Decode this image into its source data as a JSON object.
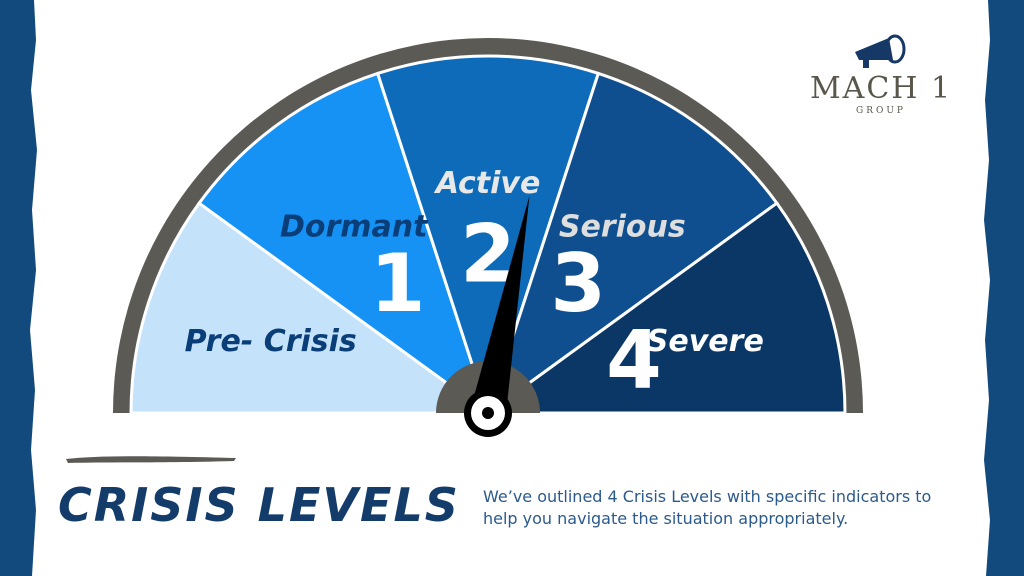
{
  "colors": {
    "frame": "#124a7e",
    "dial_rim": "#5b5a55",
    "heading": "#143c6b",
    "body_text": "#2b5a8c",
    "logo_blue": "#163866",
    "logo_text": "#5a564c",
    "needle": "#000000",
    "label_dark": "#0a3e78",
    "label_light": "#ffffff"
  },
  "gauge": {
    "segments": [
      {
        "label": "Pre- Crisis",
        "number": "",
        "color": "#c4e3fb",
        "label_color": "#0a3e78"
      },
      {
        "label": "Dormant",
        "number": "1",
        "color": "#1692f4",
        "label_color": "#0a3e78"
      },
      {
        "label": "Active",
        "number": "2",
        "color": "#0d6bba",
        "label_color": "#e8e8e8"
      },
      {
        "label": "Serious",
        "number": "3",
        "color": "#0f4f8f",
        "label_color": "#dedede"
      },
      {
        "label": "Severe",
        "number": "4",
        "color": "#0b3766",
        "label_color": "#ffffff"
      }
    ],
    "needle_level": 2.8
  },
  "heading": "CRISIS LEVELS",
  "description": "We’ve outlined 4 Crisis Levels with specific indicators to help you navigate the situation appropriately.",
  "logo": {
    "name": "MACH 1",
    "sub": "GROUP",
    "icon": "megaphone-icon"
  }
}
